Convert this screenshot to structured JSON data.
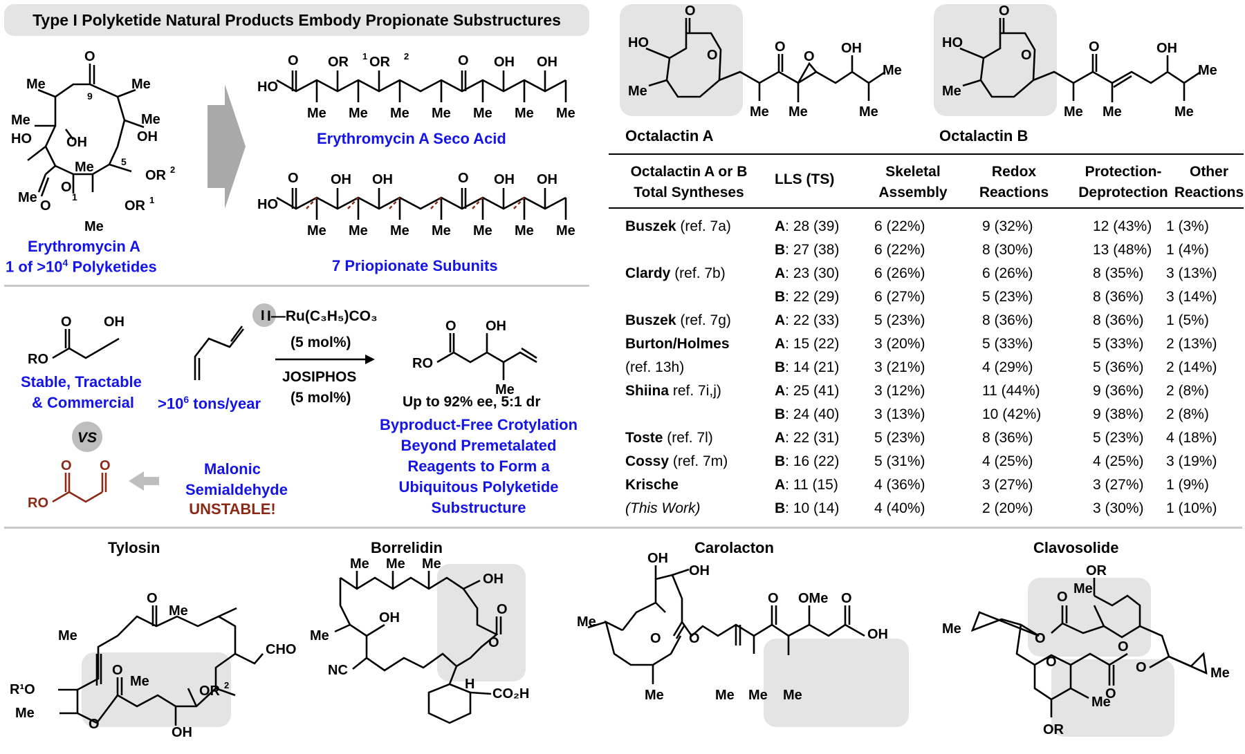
{
  "header": {
    "title": "Type I Polyketide Natural Products Embody Propionate Substructures"
  },
  "erythromycin": {
    "name": "Erythromycin A",
    "caption_prefix": "1 of >10",
    "caption_sup": "4",
    "caption_suffix": " Polyketides"
  },
  "seco": {
    "name": "Erythromycin A Seco Acid"
  },
  "subunits": {
    "name": "7 Priopionate Subunits"
  },
  "octalactins": {
    "a": "Octalactin A",
    "b": "Octalactin B"
  },
  "reaction": {
    "left_label_1": "Stable, Tractable",
    "left_label_2": "& Commercial",
    "butadiene_prefix": ">10",
    "butadiene_sup": "6",
    "butadiene_suffix": " tons/year",
    "vs": "VS",
    "catalyst": "I—Ru(C₃H₅)CO₃",
    "catalyst_loading": "(5 mol%)",
    "ligand": "JOSIPHOS",
    "ligand_loading": "(5 mol%)",
    "selectivity": "Up to 92% ee, 5:1 dr",
    "outcome": [
      "Byproduct-Free Crotylation",
      "Beyond Premetalated",
      "Reagents to Form a",
      "Ubiquitous Polyketide",
      "Substructure"
    ],
    "malonic": [
      "Malonic",
      "Semialdehyde"
    ],
    "unstable": "UNSTABLE!"
  },
  "table": {
    "headers": [
      [
        "Octalactin A or B",
        "Total Syntheses"
      ],
      [
        "LLS (TS)"
      ],
      [
        "Skeletal",
        "Assembly"
      ],
      [
        "Redox",
        "Reactions"
      ],
      [
        "Protection-",
        "Deprotection"
      ],
      [
        "Other",
        "Reactions"
      ]
    ],
    "rows": [
      {
        "author": "Buszek",
        "ref": " (ref. 7a)",
        "series": "A",
        "lls": ": 28 (39)",
        "skel": "6 (22%)",
        "redox": "9 (32%)",
        "prot": "12 (43%)",
        "other": "1 (3%)"
      },
      {
        "author": "",
        "ref": "",
        "series": "B",
        "lls": ": 27 (38)",
        "skel": "6 (22%)",
        "redox": "8 (30%)",
        "prot": "13 (48%)",
        "other": "1 (4%)"
      },
      {
        "author": "Clardy",
        "ref": " (ref. 7b)",
        "series": "A",
        "lls": ": 23 (30)",
        "skel": "6 (26%)",
        "redox": "6 (26%)",
        "prot": "8 (35%)",
        "other": "3 (13%)"
      },
      {
        "author": "",
        "ref": "",
        "series": "B",
        "lls": ": 22 (29)",
        "skel": "6 (27%)",
        "redox": "5 (23%)",
        "prot": "8 (36%)",
        "other": "3 (14%)"
      },
      {
        "author": "Buszek",
        "ref": " (ref. 7g)",
        "series": "A",
        "lls": ": 22 (33)",
        "skel": "5 (23%)",
        "redox": "8 (36%)",
        "prot": "8 (36%)",
        "other": "1 (5%)"
      },
      {
        "author": "Burton/Holmes",
        "ref": "",
        "series": "A",
        "lls": ": 15 (22)",
        "skel": "3 (20%)",
        "redox": "5 (33%)",
        "prot": "5 (33%)",
        "other": "2 (13%)"
      },
      {
        "author": "",
        "ref": "(ref. 13h)",
        "series": "B",
        "lls": ": 14 (21)",
        "skel": "3 (21%)",
        "redox": "4 (29%)",
        "prot": "5 (36%)",
        "other": "2 (14%)"
      },
      {
        "author": "Shiina",
        "ref": " ref. 7i,j)",
        "series": "A",
        "lls": ": 25 (41)",
        "skel": "3 (12%)",
        "redox": "11 (44%)",
        "prot": "9 (36%)",
        "other": "2 (8%)"
      },
      {
        "author": "",
        "ref": "",
        "series": "B",
        "lls": ": 24 (40)",
        "skel": "3 (13%)",
        "redox": "10 (42%)",
        "prot": "9 (38%)",
        "other": "2 (8%)"
      },
      {
        "author": "Toste",
        "ref": " (ref. 7l)",
        "series": "A",
        "lls": ": 22 (31)",
        "skel": "5 (23%)",
        "redox": "8 (36%)",
        "prot": "5 (23%)",
        "other": "4 (18%)"
      },
      {
        "author": "Cossy",
        "ref": " (ref. 7m)",
        "series": "B",
        "lls": ": 16 (22)",
        "skel": "5 (31%)",
        "redox": "4 (25%)",
        "prot": "4 (25%)",
        "other": "3 (19%)"
      },
      {
        "author": "Krische",
        "ref": "",
        "series": "A",
        "lls": ": 11 (15)",
        "skel": "4 (36%)",
        "redox": "3 (27%)",
        "prot": "3 (27%)",
        "other": "1 (9%)"
      },
      {
        "author": "",
        "ref": "(This Work)",
        "series": "B",
        "lls": ": 10 (14)",
        "skel": "4 (40%)",
        "redox": "2 (20%)",
        "prot": "3 (30%)",
        "other": "1 (10%)"
      }
    ]
  },
  "bottom": {
    "names": [
      "Tylosin",
      "Borrelidin",
      "Carolacton",
      "Clavosolide"
    ]
  },
  "atoms": {
    "Me": "Me",
    "OH": "OH",
    "HO": "HO",
    "O": "O",
    "OR1": "OR",
    "OR2": "OR",
    "RO": "RO",
    "OMe": "OMe",
    "CHO": "CHO",
    "NC": "NC",
    "CO2H": "CO₂H",
    "H": "H",
    "OR": "OR",
    "R1O": "R¹O",
    "n1": "1",
    "n5": "5",
    "n9": "9",
    "sup1": "1",
    "sup2": "2"
  }
}
